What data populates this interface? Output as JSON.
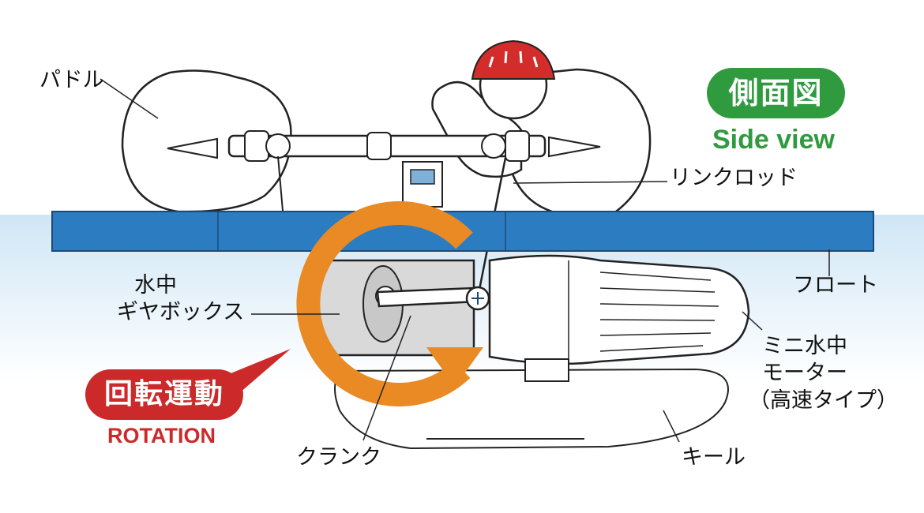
{
  "labels": {
    "paddle": "パドル",
    "link_rod": "リンクロッド",
    "float": "フロート",
    "gearbox_line1": "水中",
    "gearbox_line2": "ギヤボックス",
    "motor_line1": "ミニ水中",
    "motor_line2": "モーター",
    "motor_line3": "（高速タイプ）",
    "crank": "クランク",
    "keel": "キール"
  },
  "badges": {
    "side_view_jp": "側面図",
    "side_view_en": "Side view",
    "rotation_jp": "回転運動",
    "rotation_en": "ROTATION"
  },
  "colors": {
    "float": "#2b7cc0",
    "water": "#d8ecf8",
    "rotation_arrow": "#e98a24",
    "side_view_badge": "#2f9a3e",
    "rotation_badge": "#cc2a2a",
    "helmet": "#d42b2b"
  }
}
